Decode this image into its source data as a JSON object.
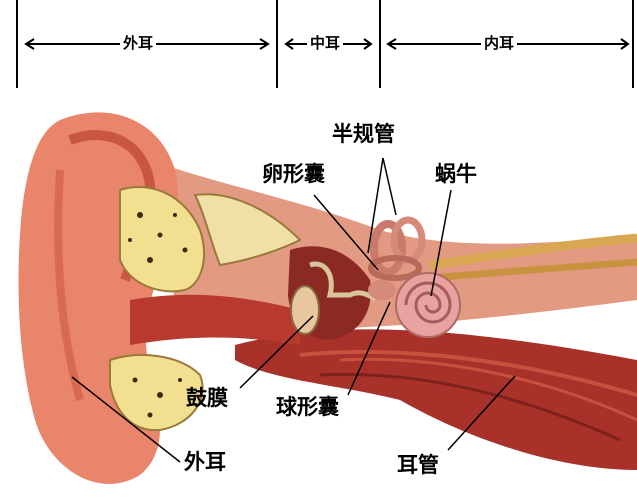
{
  "header": {
    "outer_ear": "外耳",
    "middle_ear": "中耳",
    "inner_ear": "内耳"
  },
  "labels": {
    "semicircular_canals": "半规管",
    "utricle": "卵形囊",
    "cochlea": "蜗牛",
    "tympanic_membrane": "鼓膜",
    "saccule": "球形囊",
    "outer_ear": "外耳",
    "ear_canal": "耳管"
  },
  "colors": {
    "skin": "#e8856a",
    "skin_dark": "#c9573f",
    "bone": "#f2df8f",
    "muscle": "#a8322a",
    "nerve": "#d9a752",
    "cochlea": "#e8a3a0"
  }
}
